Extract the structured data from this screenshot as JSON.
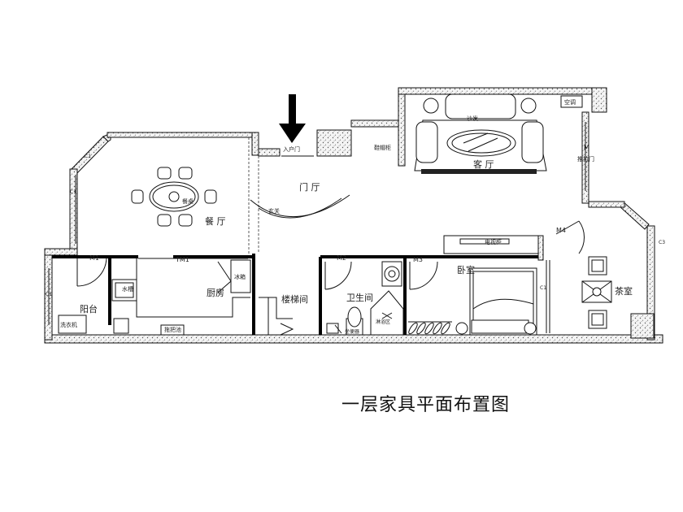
{
  "title": "一层家具平面布置图",
  "rooms": {
    "dining": "餐 厅",
    "foyer": "门 厅",
    "living": "客 厅",
    "kitchen": "厨房",
    "stair": "楼梯间",
    "bath": "卫生间",
    "bedroom": "卧室",
    "tea": "茶室",
    "balcony": "阳台"
  },
  "labels": {
    "entry_door": "入户门",
    "shoe_cabinet": "鞋帽柜",
    "sofa": "沙发",
    "aircon": "空调",
    "sliding_door": "推拉门",
    "dining_table": "餐桌",
    "porch": "玄关",
    "fridge": "冰箱",
    "sink": "水槽",
    "washer": "洗衣机",
    "mop_sink": "拖把池",
    "tv_cabinet": "电视柜",
    "shower": "淋浴区",
    "toilet": "坐便器"
  },
  "marks": {
    "m1": "M1",
    "m2": "M2",
    "m3": "M3",
    "m4": "M4",
    "m": "M",
    "tm1": "TM1",
    "c1a": "C1",
    "c1b": "C1",
    "c1c": "C1",
    "c1d": "C1",
    "c3": "C3"
  }
}
